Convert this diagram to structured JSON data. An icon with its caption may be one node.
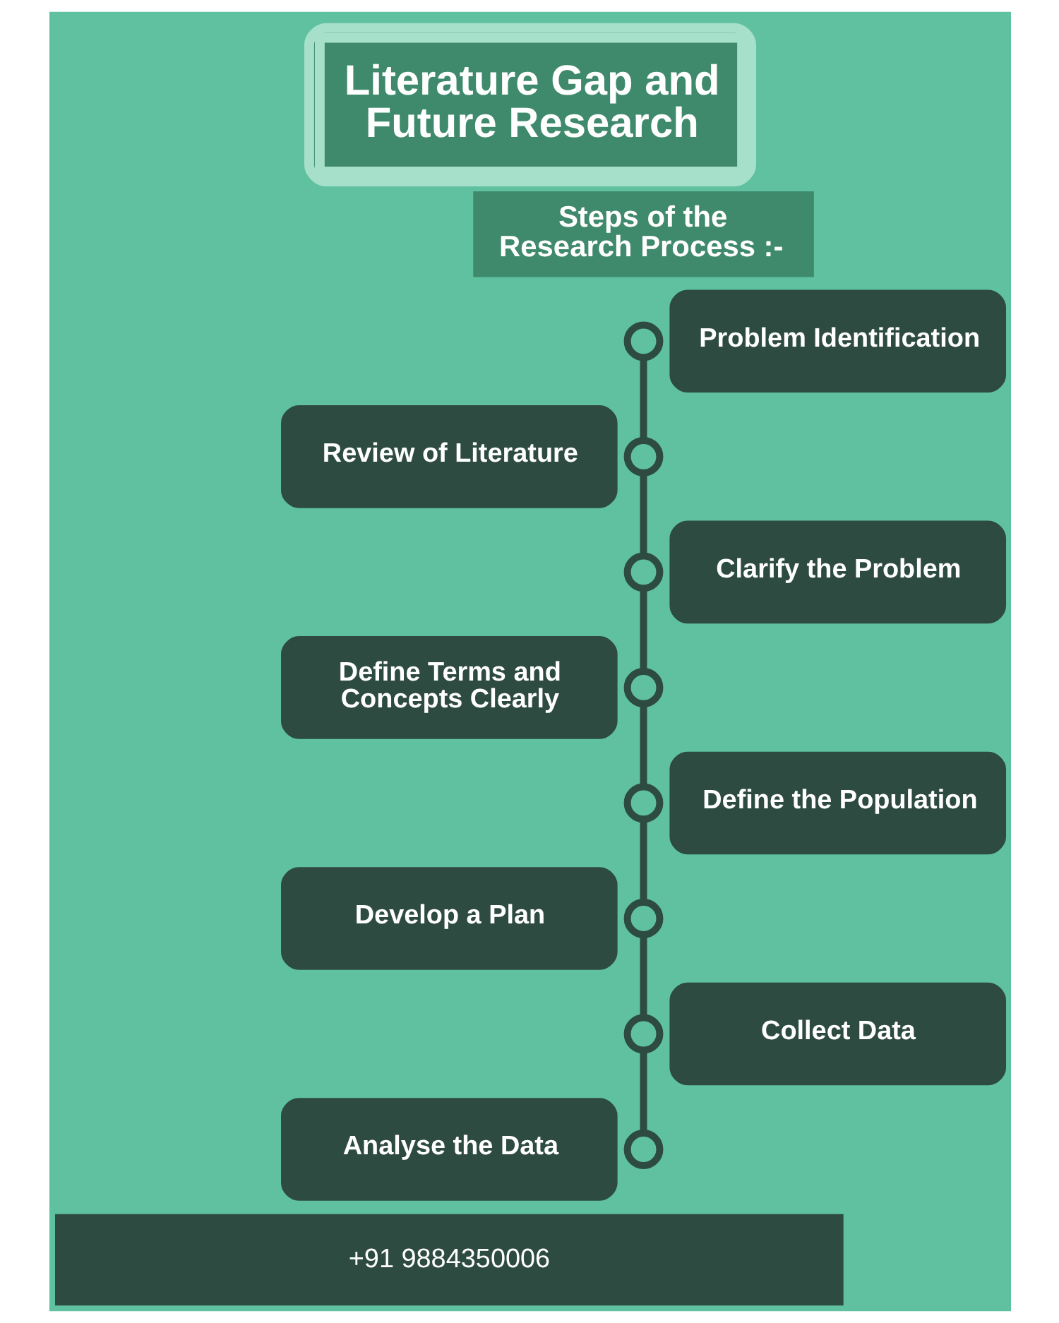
{
  "diagram": {
    "title": "Literature Gap and Future Research",
    "nodes": [
      {
        "text": [
          "Steps of the Research Process :-"
        ]
      },
      {
        "text": [
          "Problem Identification"
        ]
      },
      {
        "text": [
          "Review of Literature"
        ]
      },
      {
        "text": [
          "Clarify the Problem"
        ]
      },
      {
        "text": [
          "Define Terms and Concepts Clearly"
        ]
      },
      {
        "text": [
          "Define the Population"
        ]
      },
      {
        "text": [
          "Develop a Plan"
        ]
      },
      {
        "text": [
          "Collect Data"
        ]
      },
      {
        "text": [
          "Analyse the Data"
        ]
      },
      {
        "text": [],
        "shape": "circle"
      },
      {
        "text": [],
        "shape": "circle"
      },
      {
        "text": [],
        "shape": "circle"
      },
      {
        "text": [],
        "shape": "circle"
      },
      {
        "text": [],
        "shape": "circle"
      },
      {
        "text": [],
        "shape": "circle"
      },
      {
        "text": [],
        "shape": "circle"
      },
      {
        "text": [],
        "shape": "circle"
      }
    ],
    "edges": [
      {
        "from": 9,
        "to": 10,
        "arrow": "none"
      },
      {
        "from": 10,
        "to": 11,
        "arrow": "none"
      },
      {
        "from": 11,
        "to": 12,
        "arrow": "none"
      },
      {
        "from": 12,
        "to": 13,
        "arrow": "none"
      },
      {
        "from": 13,
        "to": 14,
        "arrow": "none"
      },
      {
        "from": 14,
        "to": 15,
        "arrow": "none"
      },
      {
        "from": 15,
        "to": 16,
        "arrow": "none"
      }
    ],
    "labels": [
      "+91 9884350006"
    ]
  }
}
